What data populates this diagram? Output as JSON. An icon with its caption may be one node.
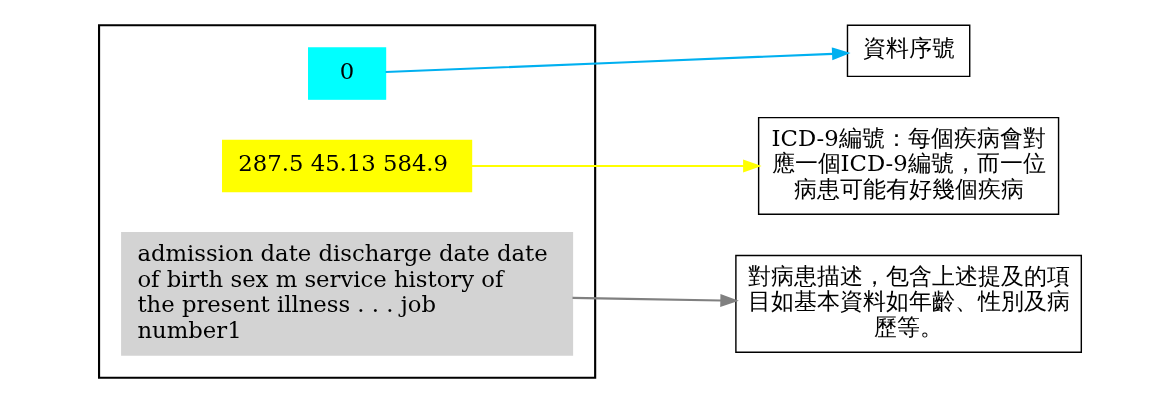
{
  "diagram": {
    "nodes": [
      {
        "text": [],
        "shape": "box"
      },
      {
        "text": [
          "0"
        ],
        "in": 0
      },
      {
        "text": [
          "287.5 45.13 584.9"
        ],
        "in": 0
      },
      {
        "text": [
          "admission date discharge date date of birth sex m service history of the present illness . . . job number1"
        ],
        "in": 0
      },
      {
        "text": [
          "資料序號"
        ]
      },
      {
        "text": [
          "ICD-9編號：每個疾病會對應一個ICD-9編號，而一位病患可能有好幾個疾病"
        ]
      },
      {
        "text": [
          "對病患描述，包含上述提及的項目如基本資料如年齡、性別及病歷等。"
        ]
      }
    ],
    "edges": [
      {
        "from": 1,
        "to": 4,
        "arrow": "to",
        "color": "#00b0f0"
      },
      {
        "from": 2,
        "to": 5,
        "arrow": "to",
        "color": "#ffff00"
      },
      {
        "from": 3,
        "to": 6,
        "arrow": "to",
        "color": "#808080"
      }
    ]
  }
}
